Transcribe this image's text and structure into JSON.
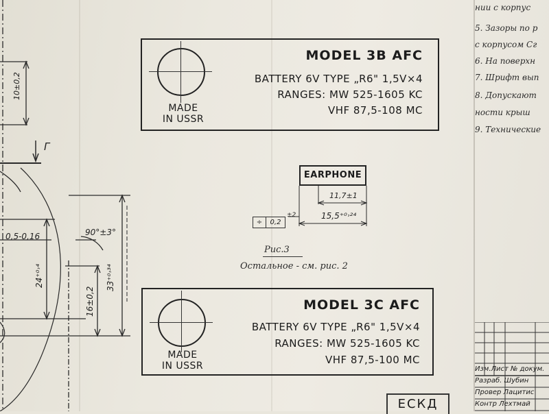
{
  "plate_top": {
    "model": "MODEL 3B  AFC",
    "battery": "BATTERY 6V TYPE „R6\" 1,5V×4",
    "ranges": "RANGES: MW  525-1605 KC",
    "vhf": "VHF  87,5-108 MC",
    "made_line1": "MADE",
    "made_line2": "IN USSR"
  },
  "plate_bottom": {
    "model": "MODEL 3C  AFC",
    "battery": "BATTERY 6V TYPE „R6\" 1,5V×4",
    "ranges": "RANGES: MW  525-1605 KC",
    "vhf": "VHF  87,5-100 MC",
    "made_line1": "MADE",
    "made_line2": "IN USSR"
  },
  "earphone": {
    "label": "EARPHONE",
    "dim_inner": "11,7±1",
    "dim_outer": "15,5⁺⁰˒²⁴",
    "tol_symbol": "÷",
    "tol_value": "0,2",
    "tol_ref": "±2"
  },
  "caption": {
    "figure": "Рис.3",
    "rest": "Остальное - см. рис. 2"
  },
  "left_drawing": {
    "dim_top": "10±0,2",
    "section_mark": "Г",
    "dim_05": "0,5-0,16",
    "angle": "90°±3°",
    "dim_24": "24⁺⁰˒⁴",
    "dim_33": "33⁺⁰˒³⁴",
    "dim_16": "16±0,2"
  },
  "notes": [
    "нии с корпус",
    "5. Зазоры по р",
    "с корпусом Сг",
    "6. На поверхн",
    "7. Шрифт вып",
    "8. Допускают",
    "ности крыш",
    "9. Технические"
  ],
  "title_block": {
    "rows": [
      "Изм.Лист  № докум.",
      "Разраб.  Шубин",
      "Провер  Лацитис",
      "Контр  Лехтмай"
    ]
  },
  "stamp": "ЕСКД"
}
